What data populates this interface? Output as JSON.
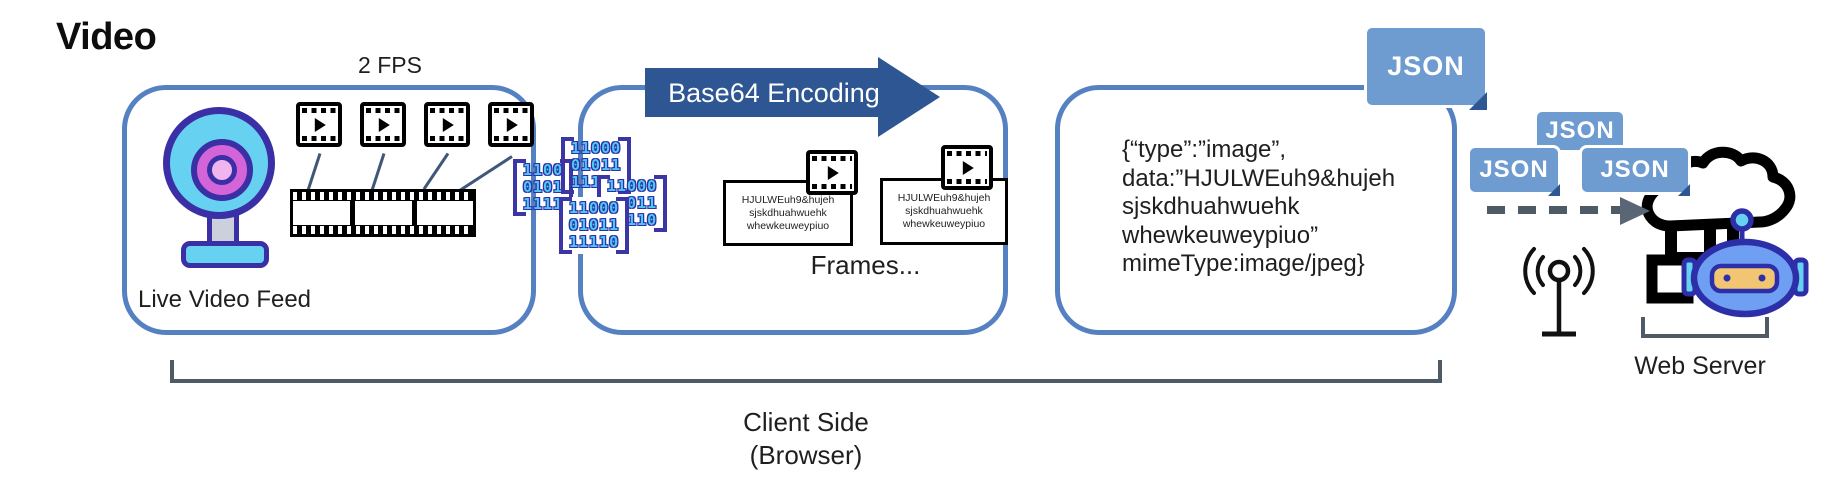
{
  "title": "Video",
  "fps_label": "2 FPS",
  "box1": {
    "label": "Live Video Feed"
  },
  "encoding_arrow": {
    "label": "Base64 Encoding"
  },
  "binary": {
    "b1": {
      "rows": [
        "1100",
        "0101",
        "1111"
      ]
    },
    "b2": {
      "rows": [
        "11000",
        "01011",
        "111"
      ]
    },
    "b3": {
      "rows": [
        "11000",
        "  011",
        "  110"
      ]
    },
    "b4": {
      "rows": [
        "11000",
        "01011",
        "11110"
      ]
    }
  },
  "box2": {
    "frame_text": [
      "HJULWEuh9&hujeh",
      "sjskdhuahwuehk",
      "whewkeuweypiuo"
    ],
    "label": "Frames..."
  },
  "box3": {
    "json_lines": [
      "{“type”:”image”,",
      "data:”HJULWEuh9&hujeh",
      "sjskdhuahwuehk",
      "whewkeuweypiuo”",
      "mimeType:image/jpeg}"
    ]
  },
  "json_tags": {
    "a": "JSON",
    "b": "JSON",
    "c": "JSON",
    "d": "JSON"
  },
  "server": {
    "label": "Web Server"
  },
  "client_side": {
    "line1": "Client Side",
    "line2": "(Browser)"
  },
  "colors": {
    "box_border": "#5580c1",
    "arrow_navy": "#2e5693",
    "tag_blue": "#6e9cd1",
    "digit_fill": "#4fc7f0",
    "digit_outline": "#2d2fa8",
    "slate": "#4e5a66",
    "cam_blue": "#67d1f2",
    "cam_magenta": "#d465d8",
    "robot_blue": "#6f9ff2",
    "visor_tan": "#f2c572"
  }
}
